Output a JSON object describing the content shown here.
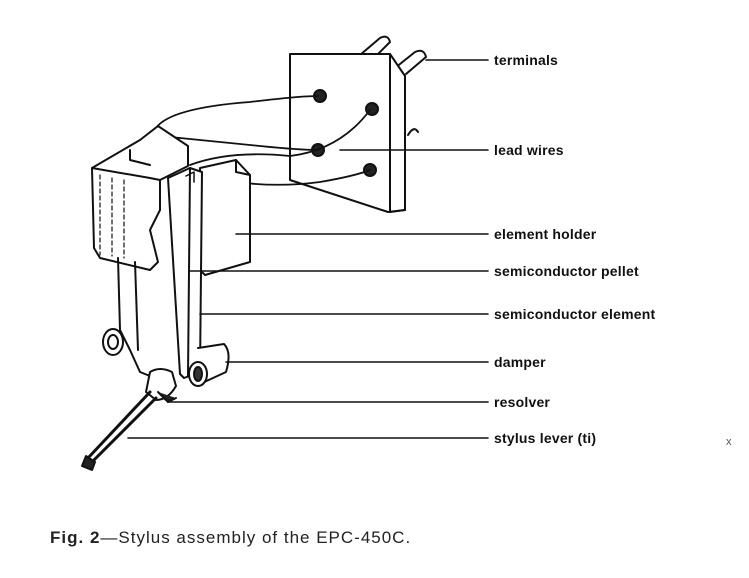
{
  "callouts": {
    "terminals": "terminals",
    "lead_wires": "lead wires",
    "element_holder": "element holder",
    "semiconductor_pellet": "semiconductor pellet",
    "semiconductor_element": "semiconductor element",
    "damper": "damper",
    "resolver": "resolver",
    "stylus_lever": "stylus lever (ti)"
  },
  "caption": {
    "fig": "Fig. 2",
    "text": "—Stylus assembly of the EPC-450C."
  },
  "stray_mark": "x"
}
